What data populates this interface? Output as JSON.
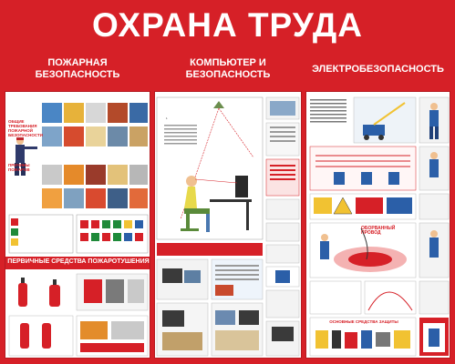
{
  "title": "ОХРАНА ТРУДА",
  "columns": [
    {
      "heading": "ПОЖАРНАЯ\nБЕЗОПАСНОСТЬ"
    },
    {
      "heading": "КОМПЬЮТЕР И\nБЕЗОПАСНОСТЬ"
    },
    {
      "heading": "ЭЛЕКТРОБЕЗОПАСНОСТЬ"
    }
  ],
  "fire_panel": {
    "label_requirements": "ОБЩИЕ ТРЕБОВАНИЯ ПОЖАРНОЙ БЕЗОПАСНОСТИ",
    "label_causes": "ПРИЧИНЫ ПОЖАРОВ",
    "band_extinguish": "ПЕРВИЧНЫЕ СРЕДСТВА ПОЖАРОТУШЕНИЯ"
  },
  "electric_panel": {
    "label_wire": "ОБОРВАННЫЙ ПРОВОД",
    "label_protect": "ОСНОВНЫЕ СРЕДСТВА ЗАЩИТЫ"
  },
  "colors": {
    "brand_red": "#d62027",
    "panel_bg": "#ffffff"
  }
}
